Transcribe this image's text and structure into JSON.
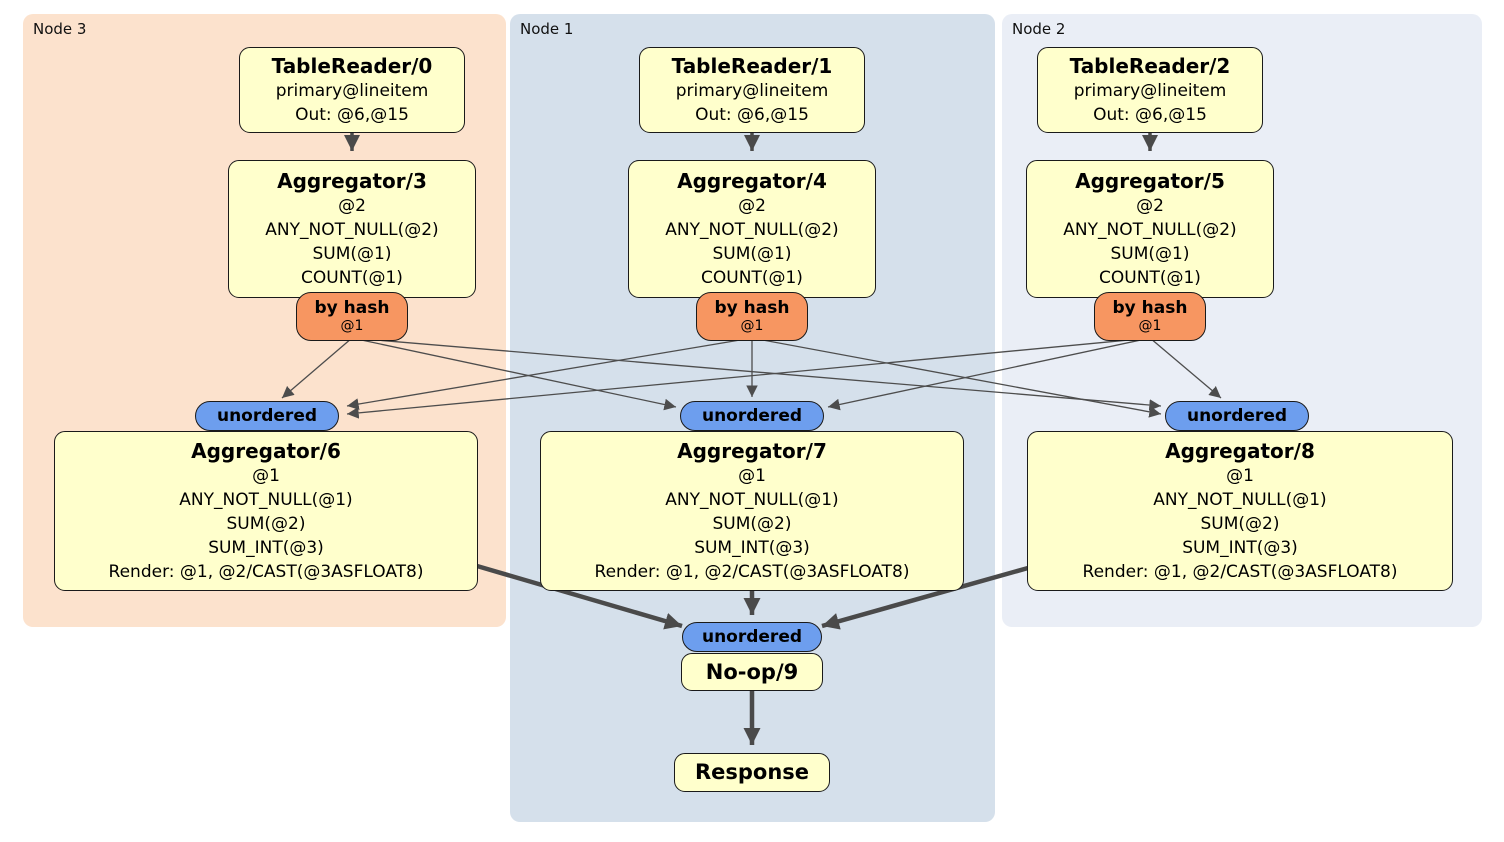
{
  "colors": {
    "node3_panel": "#fce2cd",
    "node1_panel": "#d5e0eb",
    "node2_panel": "#eaeef6",
    "processor_fill": "#ffffcc",
    "router_fill": "#f79661",
    "sync_fill": "#6d9eee",
    "edge": "#4a4a4a"
  },
  "panels": [
    {
      "label": "Node 3",
      "table_reader": {
        "title": "TableReader/0",
        "details": [
          "primary@lineitem",
          "Out: @6,@15"
        ]
      },
      "pre_aggregator": {
        "title": "Aggregator/3",
        "details": [
          "@2",
          "ANY_NOT_NULL(@2)",
          "SUM(@1)",
          "COUNT(@1)"
        ]
      },
      "router": {
        "label": "by hash",
        "detail": "@1"
      },
      "sync": {
        "label": "unordered"
      },
      "post_aggregator": {
        "title": "Aggregator/6",
        "details": [
          "@1",
          "ANY_NOT_NULL(@1)",
          "SUM(@2)",
          "SUM_INT(@3)",
          "Render: @1, @2/CAST(@3ASFLOAT8)"
        ]
      }
    },
    {
      "label": "Node 1",
      "table_reader": {
        "title": "TableReader/1",
        "details": [
          "primary@lineitem",
          "Out: @6,@15"
        ]
      },
      "pre_aggregator": {
        "title": "Aggregator/4",
        "details": [
          "@2",
          "ANY_NOT_NULL(@2)",
          "SUM(@1)",
          "COUNT(@1)"
        ]
      },
      "router": {
        "label": "by hash",
        "detail": "@1"
      },
      "sync": {
        "label": "unordered"
      },
      "post_aggregator": {
        "title": "Aggregator/7",
        "details": [
          "@1",
          "ANY_NOT_NULL(@1)",
          "SUM(@2)",
          "SUM_INT(@3)",
          "Render: @1, @2/CAST(@3ASFLOAT8)"
        ]
      }
    },
    {
      "label": "Node 2",
      "table_reader": {
        "title": "TableReader/2",
        "details": [
          "primary@lineitem",
          "Out: @6,@15"
        ]
      },
      "pre_aggregator": {
        "title": "Aggregator/5",
        "details": [
          "@2",
          "ANY_NOT_NULL(@2)",
          "SUM(@1)",
          "COUNT(@1)"
        ]
      },
      "router": {
        "label": "by hash",
        "detail": "@1"
      },
      "sync": {
        "label": "unordered"
      },
      "post_aggregator": {
        "title": "Aggregator/8",
        "details": [
          "@1",
          "ANY_NOT_NULL(@1)",
          "SUM(@2)",
          "SUM_INT(@3)",
          "Render: @1, @2/CAST(@3ASFLOAT8)"
        ]
      }
    }
  ],
  "final": {
    "sync": {
      "label": "unordered"
    },
    "noop": {
      "title": "No-op/9"
    },
    "response": {
      "title": "Response"
    }
  }
}
